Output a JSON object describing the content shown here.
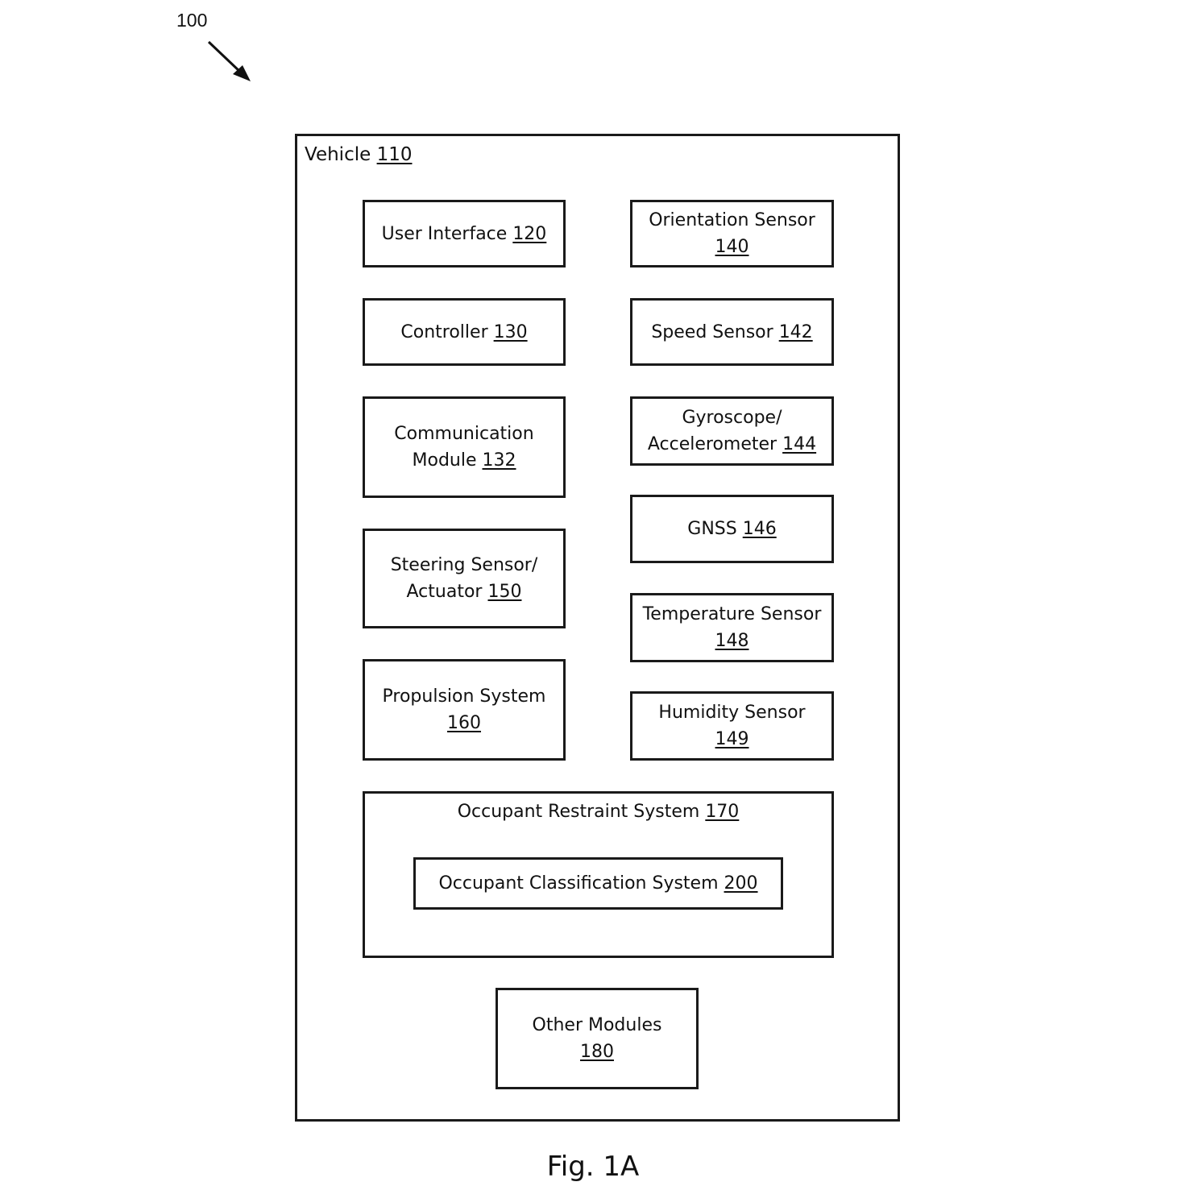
{
  "figure_ref": "100",
  "vehicle": {
    "label": "Vehicle",
    "number": "110"
  },
  "left_column": [
    {
      "line1": "User Interface",
      "number": "120"
    },
    {
      "line1": "Controller",
      "number": "130"
    },
    {
      "line1": "Communication",
      "line2": "Module",
      "number": "132"
    },
    {
      "line1": "Steering Sensor/",
      "line2": "Actuator",
      "number": "150"
    },
    {
      "line1": "Propulsion System",
      "line2": "",
      "number": "160"
    }
  ],
  "right_column": [
    {
      "line1": "Orientation Sensor",
      "line2": "",
      "number": "140"
    },
    {
      "line1": "Speed Sensor",
      "number": "142"
    },
    {
      "line1": "Gyroscope/",
      "line2": "Accelerometer",
      "number": "144"
    },
    {
      "line1": "GNSS",
      "number": "146"
    },
    {
      "line1": "Temperature Sensor",
      "line2": "",
      "number": "148"
    },
    {
      "line1": "Humidity Sensor",
      "line2": "",
      "number": "149"
    }
  ],
  "restraint_system": {
    "label": "Occupant Restraint System",
    "number": "170",
    "classification": {
      "label": "Occupant Classification System",
      "number": "200"
    }
  },
  "other_modules": {
    "label": "Other Modules",
    "number": "180"
  },
  "caption": "Fig. 1A"
}
